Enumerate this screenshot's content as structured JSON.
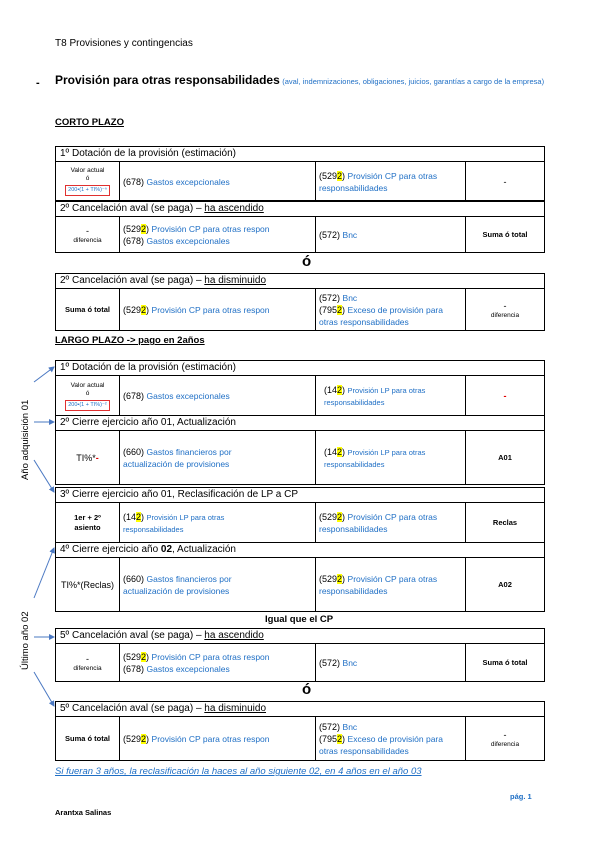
{
  "doc_title": "T8 Provisiones y contingencias",
  "bullet": "-",
  "heading": {
    "main": "Provisión para otras responsabilidades",
    "sub": "(aval, indemnizaciones, obligaciones, juicios, garantías a cargo de la empresa)"
  },
  "corto": {
    "title": "CORTO PLAZO",
    "b1": {
      "header": "1º Dotación de la provisión (estimación)",
      "c1_l1": "Valor actual",
      "c1_l2": "ó",
      "c1_formula": "200•(1 + TI%)⁻ⁿ",
      "c2_code": "(678)",
      "c2_text": "Gastos excepcionales",
      "c3_a": "(529",
      "c3_hl": "2",
      "c3_b": ")",
      "c3_text1": "Provisión CP para otras",
      "c3_text2": "responsabilidades",
      "c4": "-"
    },
    "b2": {
      "header_pre": "2º Cancelación aval (se paga) – ",
      "header_ul": "ha ascendido",
      "c1_l1": "-",
      "c1_l2": "diferencia",
      "c2_r1_a": "(529",
      "c2_r1_hl": "2",
      "c2_r1_b": ")",
      "c2_r1_text": "Provisión CP para otras respon",
      "c2_r2_code": "(678)",
      "c2_r2_text": "Gastos excepcionales",
      "c3_code": "(572)",
      "c3_text": "Bnc",
      "c4": "Suma ó total"
    },
    "o_sep": "ó",
    "b3": {
      "header_pre": "2º Cancelación aval (se paga) – ",
      "header_ul": "ha disminuido",
      "c1": "Suma ó total",
      "c2_a": "(529",
      "c2_hl": "2",
      "c2_b": ")",
      "c2_text": "Provisión CP para otras respon",
      "c3_r1_code": "(572)",
      "c3_r1_text": "Bnc",
      "c3_r2_a": "(795",
      "c3_r2_hl": "2",
      "c3_r2_b": ")",
      "c3_r2_text": "Exceso de provisión para",
      "c3_r3_text": "otras responsabilidades",
      "c4_l1": "-",
      "c4_l2": "diferencia"
    }
  },
  "largo": {
    "title": "LARGO PLAZO -> pago en 2años",
    "b1": {
      "header": "1º Dotación de la provisión (estimación)",
      "c1_l1": "Valor actual",
      "c1_l2": "ó",
      "c1_formula": "200•(1 + TI%)⁻²",
      "c2_code": "(678)",
      "c2_text": "Gastos excepcionales",
      "c3_a": "(14",
      "c3_hl": "2",
      "c3_b": ")",
      "c3_text1": "Provisión LP para otras",
      "c3_text2": "responsabilidades",
      "c4": "-"
    },
    "b2": {
      "header": "2º Cierre ejercicio año 01, Actualización",
      "c1_a": "TI%*",
      "c1_b": "-",
      "c2_code": "(660)",
      "c2_text1": "Gastos financieros por",
      "c2_text2": "actualización de provisiones",
      "c3_a": "(14",
      "c3_hl": "2",
      "c3_b": ")",
      "c3_text1": "Provisión LP para otras",
      "c3_text2": "responsabilidades",
      "c4": "A01"
    },
    "b3": {
      "header": "3º Cierre ejercicio año 01, Reclasificación de LP a CP",
      "c1_l1": "1er + 2º",
      "c1_l2": "asiento",
      "c2_a": "(14",
      "c2_hl": "2",
      "c2_b": ")",
      "c2_text1": "Provisión LP para otras",
      "c2_text2": "responsabilidades",
      "c3_a": "(529",
      "c3_hl": "2",
      "c3_b": ")",
      "c3_text1": "Provisión CP para otras",
      "c3_text2": "responsabilidades",
      "c4": "Reclas"
    },
    "b4": {
      "header_pre": "4º Cierre ejercicio año ",
      "header_bold": "02",
      "header_post": ", Actualización",
      "c1": "TI%*(Reclas)",
      "c2_code": "(660)",
      "c2_text1": "Gastos financieros por",
      "c2_text2": "actualización de provisiones",
      "c3_a": "(529",
      "c3_hl": "2",
      "c3_b": ")",
      "c3_text1": "Provisión CP para otras",
      "c3_text2": "responsabilidades",
      "c4": "A02"
    },
    "igual": "Igual que el CP",
    "b5": {
      "header_pre": "5º Cancelación aval (se paga) – ",
      "header_ul": "ha ascendido",
      "c1_l1": "-",
      "c1_l2": "diferencia",
      "c2_r1_a": "(529",
      "c2_r1_hl": "2",
      "c2_r1_b": ")",
      "c2_r1_text": "Provisión CP para otras respon",
      "c2_r2_code": "(678)",
      "c2_r2_text": "Gastos excepcionales",
      "c3_code": "(572)",
      "c3_text": "Bnc",
      "c4": "Suma ó total"
    },
    "o_sep": "ó",
    "b6": {
      "header_pre": "5º Cancelación aval (se paga) – ",
      "header_ul": "ha disminuido",
      "c1": "Suma ó total",
      "c2_a": "(529",
      "c2_hl": "2",
      "c2_b": ")",
      "c2_text": "Provisión CP para otras respon",
      "c3_r1_code": "(572)",
      "c3_r1_text": "Bnc",
      "c3_r2_a": "(795",
      "c3_r2_hl": "2",
      "c3_r2_b": ")",
      "c3_r2_text": "Exceso de provisión para",
      "c3_r3_text": "otras responsabilidades",
      "c4_l1": "-",
      "c4_l2": "diferencia"
    }
  },
  "side_labels": {
    "adq": "Año adquisición 01",
    "ult": "Último año 02"
  },
  "footnote": "Si fueran 3 años, la reclasificación la haces al año siguiente 02, en 4 años en el año 03",
  "author": "Arantxa Salinas",
  "page": "pág. 1"
}
